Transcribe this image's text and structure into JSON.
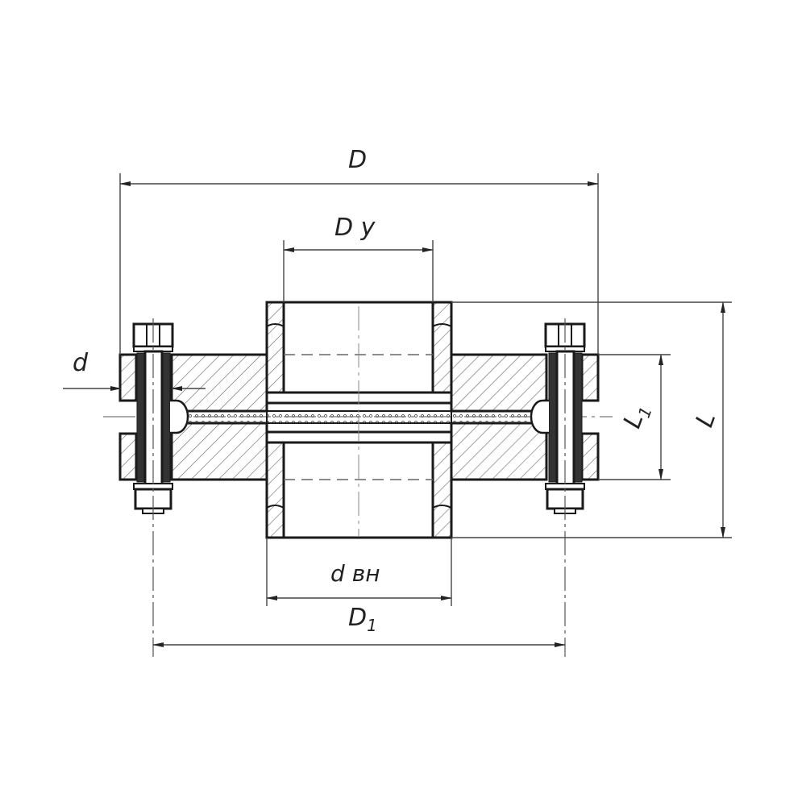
{
  "drawing": {
    "title": "Flanged pipe connection with bolts (section view)",
    "labels": {
      "D": "D",
      "Dy_main": "D",
      "Dy_sub": "y",
      "d": "d",
      "d_inner_main": "d",
      "d_inner_sub": "вн",
      "D1_main": "D",
      "D1_sub": "1",
      "L1_main": "L",
      "L1_sub": "1",
      "L": "L"
    },
    "colors": {
      "line": "#1a1a1a",
      "thin": "#555555",
      "background": "#ffffff"
    }
  }
}
